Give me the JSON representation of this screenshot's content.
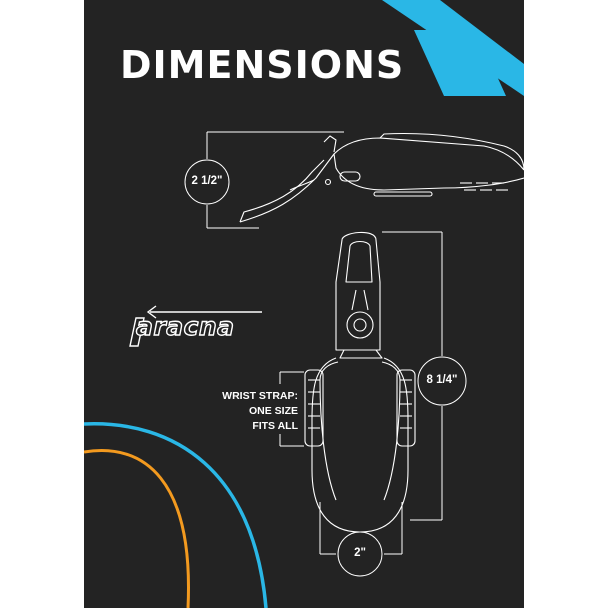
{
  "heading": "DIMENSIONS",
  "dimensions": {
    "height": "2 1/2\"",
    "length": "8 1/4\"",
    "width": "2\""
  },
  "wrist_strap": {
    "line1": "WRIST STRAP:",
    "line2": "ONE SIZE",
    "line3": "FITS ALL"
  },
  "logo_text": "aracna",
  "colors": {
    "background": "#232323",
    "accent_blue": "#2ab7e6",
    "accent_orange": "#f39a1f",
    "line": "#ffffff"
  }
}
